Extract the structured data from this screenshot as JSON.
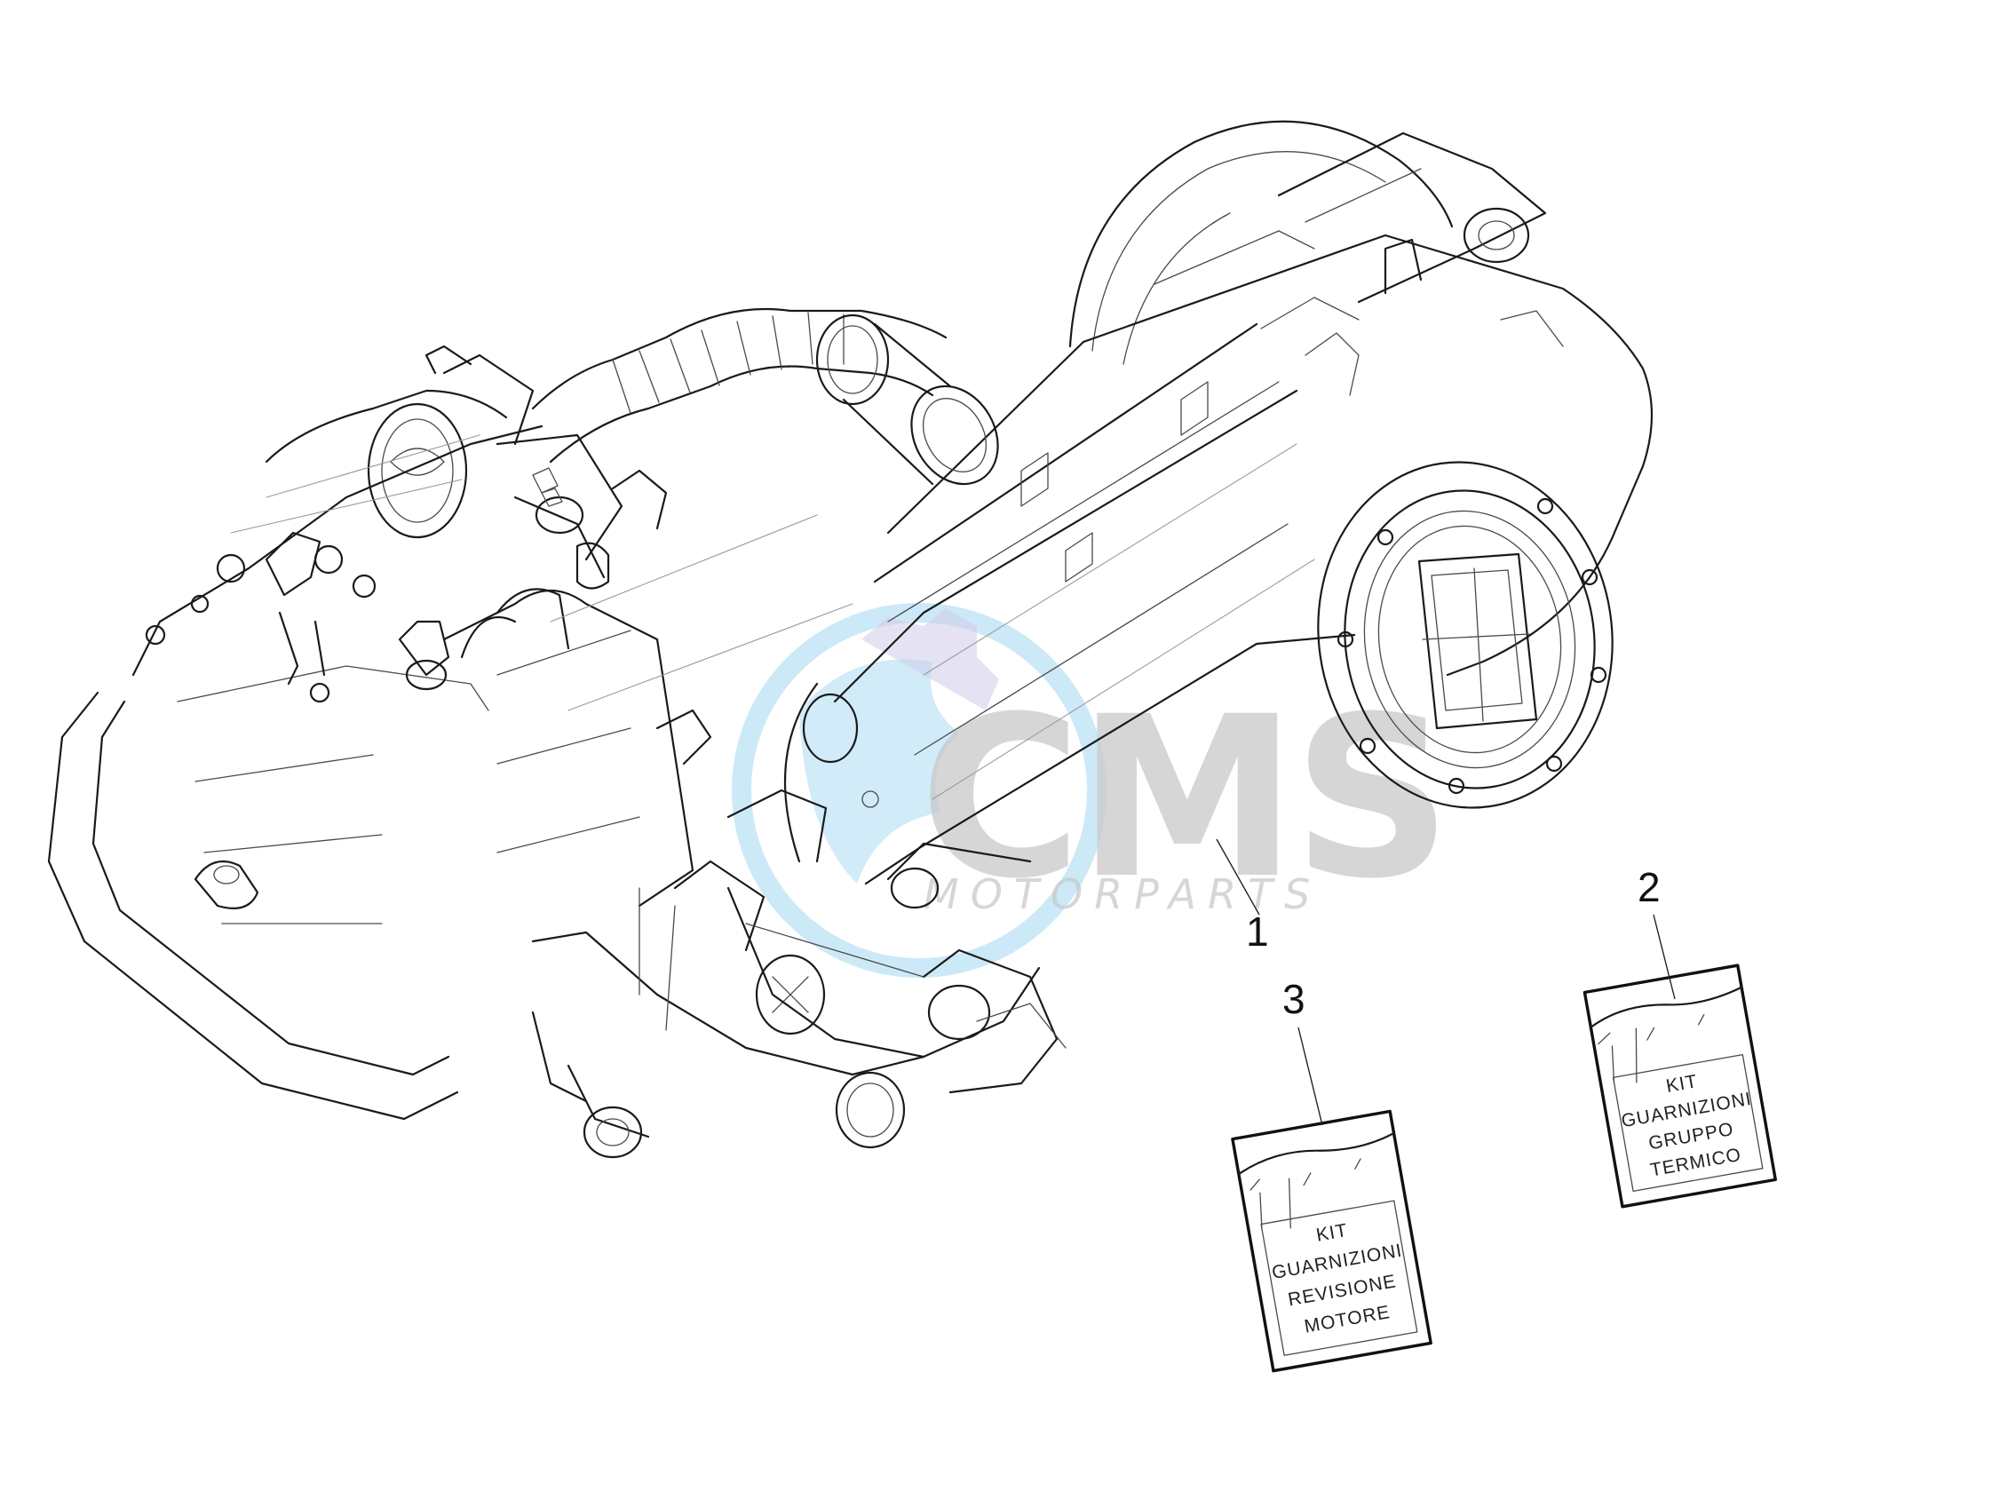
{
  "callouts": [
    {
      "id": "1",
      "label": "1"
    },
    {
      "id": "2",
      "label": "2"
    },
    {
      "id": "3",
      "label": "3"
    }
  ],
  "kit_gruppo_termico": {
    "lines": [
      "KIT",
      "GUARNIZIONI",
      "GRUPPO",
      "TERMICO"
    ]
  },
  "kit_revisione_motore": {
    "lines": [
      "KIT",
      "GUARNIZIONI",
      "REVISIONE",
      "MOTORE"
    ]
  },
  "watermark": {
    "brand": "CMS",
    "sub": "MOTORPARTS",
    "colors": {
      "blue": "#57b6e6",
      "grey": "#9b9b9b",
      "purple": "#a9a4d8"
    }
  }
}
